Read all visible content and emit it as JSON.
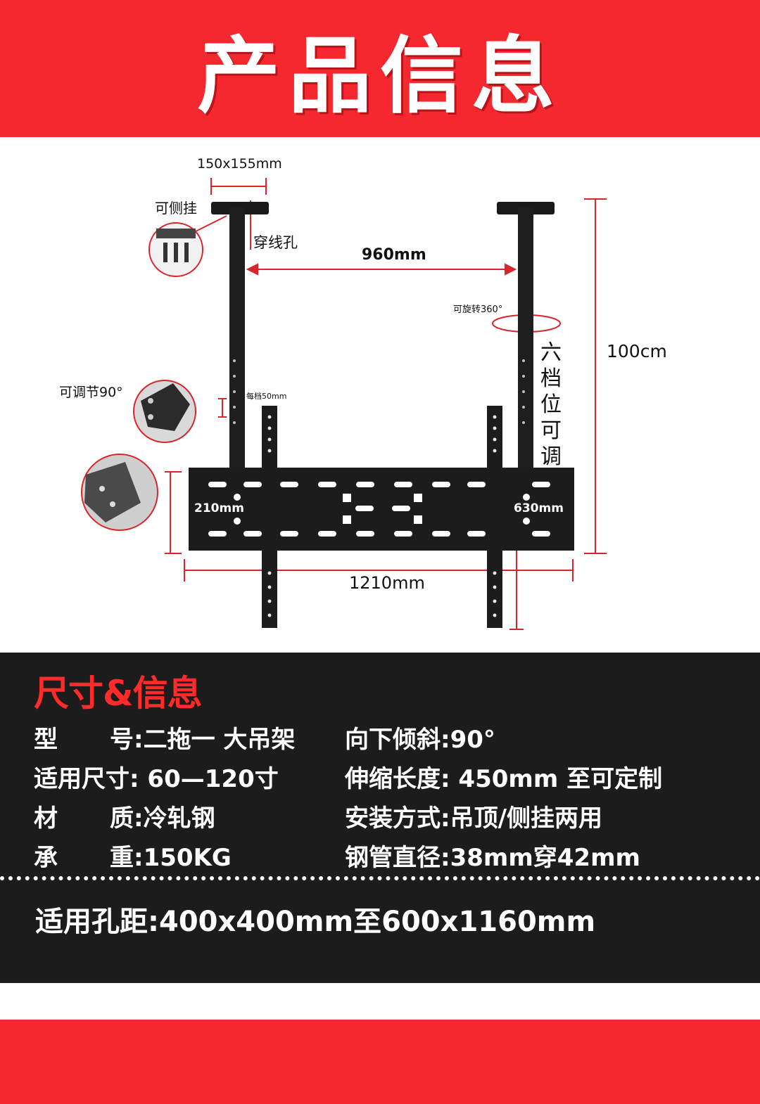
{
  "header": {
    "title": "产品信息"
  },
  "diagram": {
    "plate_size": "150x155mm",
    "side_mount": "可侧挂",
    "cable_hole": "穿线孔",
    "pole_distance": "960mm",
    "rotate": "可旋转360°",
    "height": "100cm",
    "six_positions": "六档位可调",
    "adjust_angle": "可调节90°",
    "per_step": "每档50mm",
    "dim_210": "210mm",
    "dim_630": "630mm",
    "dim_1210": "1210mm"
  },
  "info": {
    "title": "尺寸&信息",
    "specs": [
      {
        "key": "型",
        "key2": "号",
        "value": ":二拖一 大吊架"
      },
      {
        "key": "适用尺寸",
        "value": ": 60—120寸"
      },
      {
        "key": "材",
        "key2": "质",
        "value": ":冷轧钢"
      },
      {
        "key": "承",
        "key2": "重",
        "value": ":150KG"
      }
    ],
    "specs_right": [
      {
        "key": "向下倾斜",
        "value": ":90°"
      },
      {
        "key": "伸缩长度",
        "value": ": 450mm 至可定制"
      },
      {
        "key": "安装方式",
        "value": ":吊顶/侧挂两用"
      },
      {
        "key": "钢管直径",
        "value": ":38mm穿42mm"
      }
    ],
    "hole_spacing_label": "适用孔距",
    "hole_spacing_value": ":400x400mm至600x1160mm"
  },
  "colors": {
    "accent": "#f5282f",
    "dark": "#1c1c1c",
    "dim_line": "#d8262c"
  }
}
